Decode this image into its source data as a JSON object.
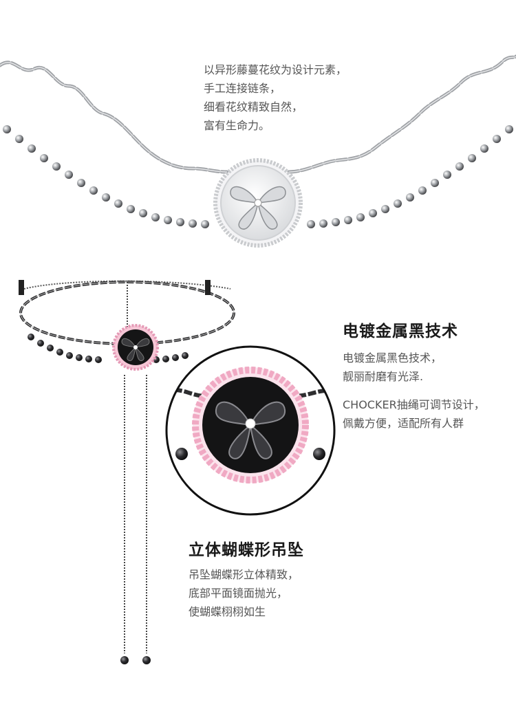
{
  "intro": {
    "lines": [
      "以异形藤蔓花纹为设计元素，",
      "手工连接链条，",
      "细看花纹精致自然，",
      "富有生命力。"
    ]
  },
  "feature_plating": {
    "heading": "电镀金属黑技术",
    "paragraph1": [
      "电镀金属黑色技术，",
      "靓丽耐磨有光泽."
    ],
    "paragraph2": [
      "CHOCKER抽绳可调节设计，",
      "佩戴方便，适配所有人群"
    ]
  },
  "feature_pendant": {
    "heading": "立体蝴蝶形吊坠",
    "lines": [
      "吊坠蝴蝶形立体精致，",
      "底部平面镜面抛光，",
      "使蝴蝶栩栩如生"
    ]
  },
  "colors": {
    "silver": "#bfc2c6",
    "black_metal": "#2a2a2c",
    "pink_stone": "#f2b8cc",
    "text_gray": "#555555"
  }
}
